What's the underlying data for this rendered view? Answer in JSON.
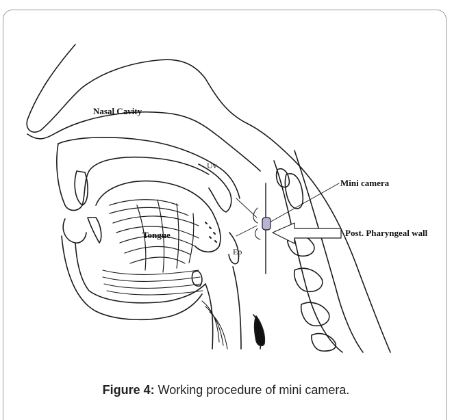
{
  "labels": {
    "nasal_cavity": "Nasal Cavity",
    "uvula": "Uv",
    "mini_camera": "Mini camera",
    "tongue": "Tongue",
    "epiglottis": "Ep",
    "pharyngeal_wall": "Post. Pharyngeal wall"
  },
  "caption": {
    "prefix": "Figure 4:",
    "text": " Working procedure of mini camera."
  },
  "colors": {
    "line": "#1a1a1a",
    "camera_fill": "#b7b5d6",
    "frame": "#9a9a9a"
  }
}
